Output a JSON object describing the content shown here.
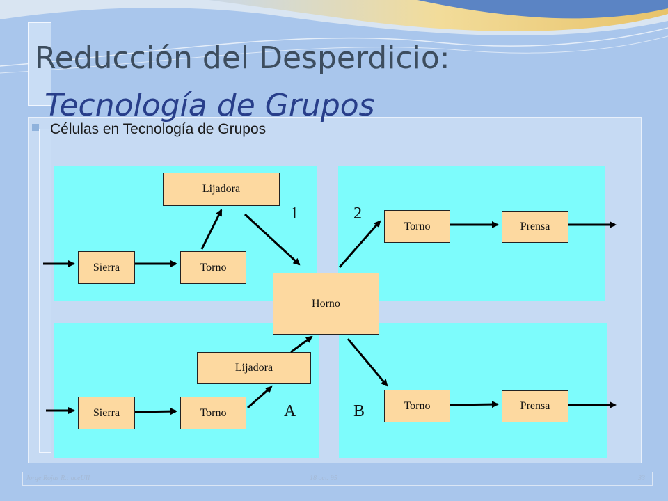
{
  "title": {
    "line1": "Reducción del Desperdicio:",
    "line2": "Tecnología de Grupos"
  },
  "subtitle": "Células en Tecnología de Grupos",
  "diagram": {
    "cell_labels": {
      "c1": "1",
      "c2": "2",
      "cA": "A",
      "cB": "B"
    },
    "boxes": {
      "lijadora_1": "Lijadora",
      "sierra_1": "Sierra",
      "torno_1": "Torno",
      "horno": "Horno",
      "torno_2": "Torno",
      "prensa_2": "Prensa",
      "lijadora_a": "Lijadora",
      "sierra_a": "Sierra",
      "torno_a": "Torno",
      "torno_b": "Torno",
      "prensa_b": "Prensa"
    }
  },
  "footer": {
    "author": "Jorge Rojas R.: aceUII",
    "date": "18 oct. 95",
    "page": "33"
  },
  "colors": {
    "panel": "#7dfcfc",
    "box": "#fdd9a0",
    "title_line2": "#283e8a",
    "background": "#a9c6ec"
  }
}
